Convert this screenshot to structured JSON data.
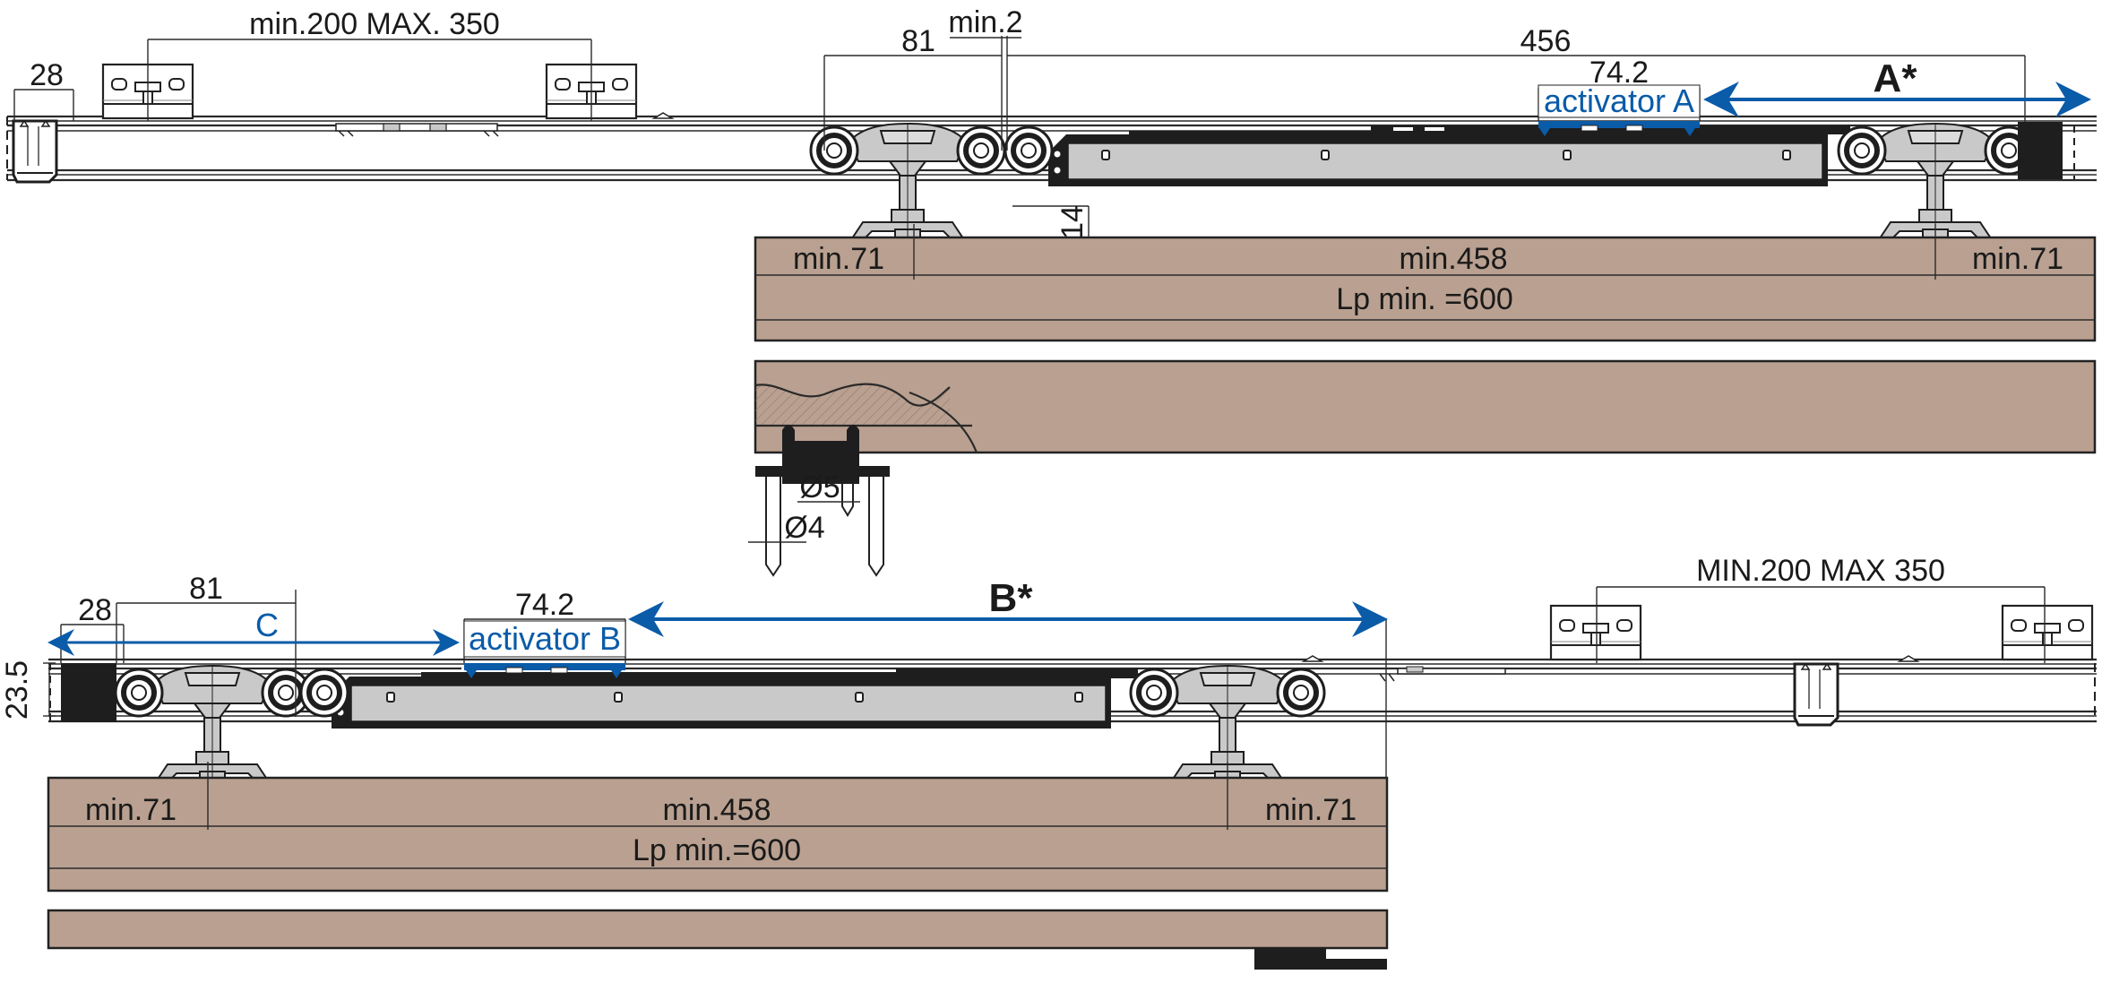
{
  "title": "Sliding door soft-close system installation drawing",
  "colors": {
    "accent_blue": "#0a5ba8",
    "wood": "#b9a090",
    "steel": "#c9c9c9",
    "dark": "#1e1e1e",
    "line": "#2a2a2a"
  },
  "top_view": {
    "dims": {
      "stopper_width": "28",
      "bracket_spacing": "min.200 MAX. 350",
      "carriage_span": "81",
      "gap": "min.2",
      "damper_length": "456",
      "activator_length": "74.2",
      "panel_height_offset": "14"
    },
    "labels": {
      "activator": "activator A",
      "travel": "A*"
    },
    "panel": {
      "left_offset": "min.71",
      "middle": "min.458",
      "right_offset": "min.71",
      "length": "Lp min. =600"
    }
  },
  "section_view": {
    "dims": {
      "pin_diameter": "Ø5",
      "nail_diameter": "Ø4"
    }
  },
  "bottom_view": {
    "dims": {
      "stopper_width": "28",
      "carriage_span": "81",
      "activator_length": "74.2",
      "rail_height": "23.5",
      "bracket_spacing": "MIN.200 MAX 350"
    },
    "labels": {
      "clearance": "C",
      "activator": "activator B",
      "travel": "B*"
    },
    "panel": {
      "left_offset": "min.71",
      "middle": "min.458",
      "right_offset": "min.71",
      "length": "Lp min.=600"
    }
  }
}
